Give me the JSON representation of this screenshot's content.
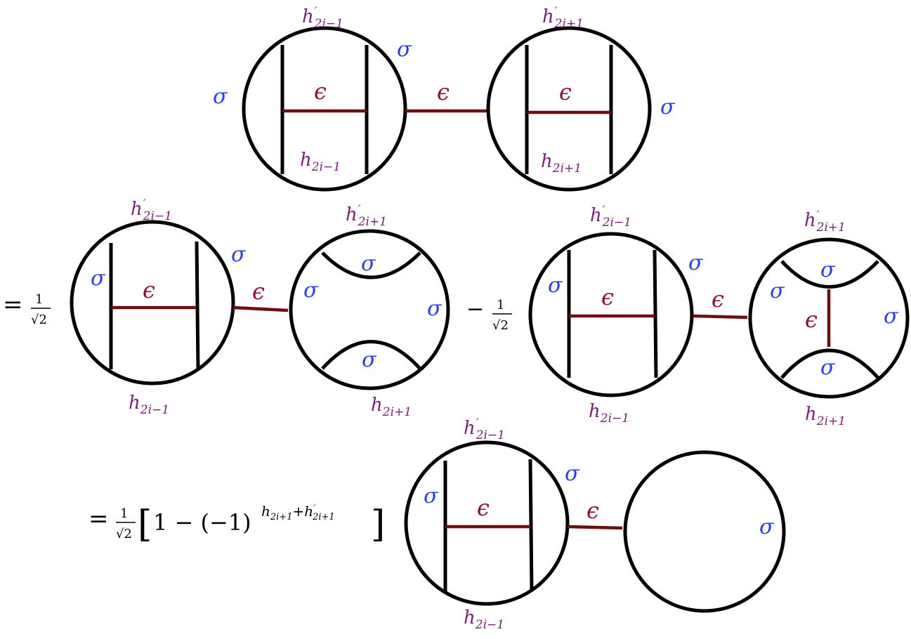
{
  "colors": {
    "line": "#000000",
    "epsilon_line": "#6b0f0f",
    "sigma_label": "#2a3fe0",
    "h_label": "#7a1e78",
    "epsilon_label": "#8a1030"
  },
  "labels": {
    "sigma": "σ",
    "epsilon": "ϵ",
    "h_base": "h",
    "sub_2im1": "2i−1",
    "sub_2ip1": "2i+1",
    "prime": "′"
  },
  "equation": {
    "equals": "=",
    "minus": "−",
    "one": "1",
    "sqrt2": "√2",
    "bracket_open": "[",
    "bracket_close": "]",
    "bracket_body": "1 − (−1)",
    "exponent_h": "h",
    "exponent_sub1": "2i+1",
    "exponent_plus": "+h",
    "exponent_sub2": "2i+1"
  }
}
